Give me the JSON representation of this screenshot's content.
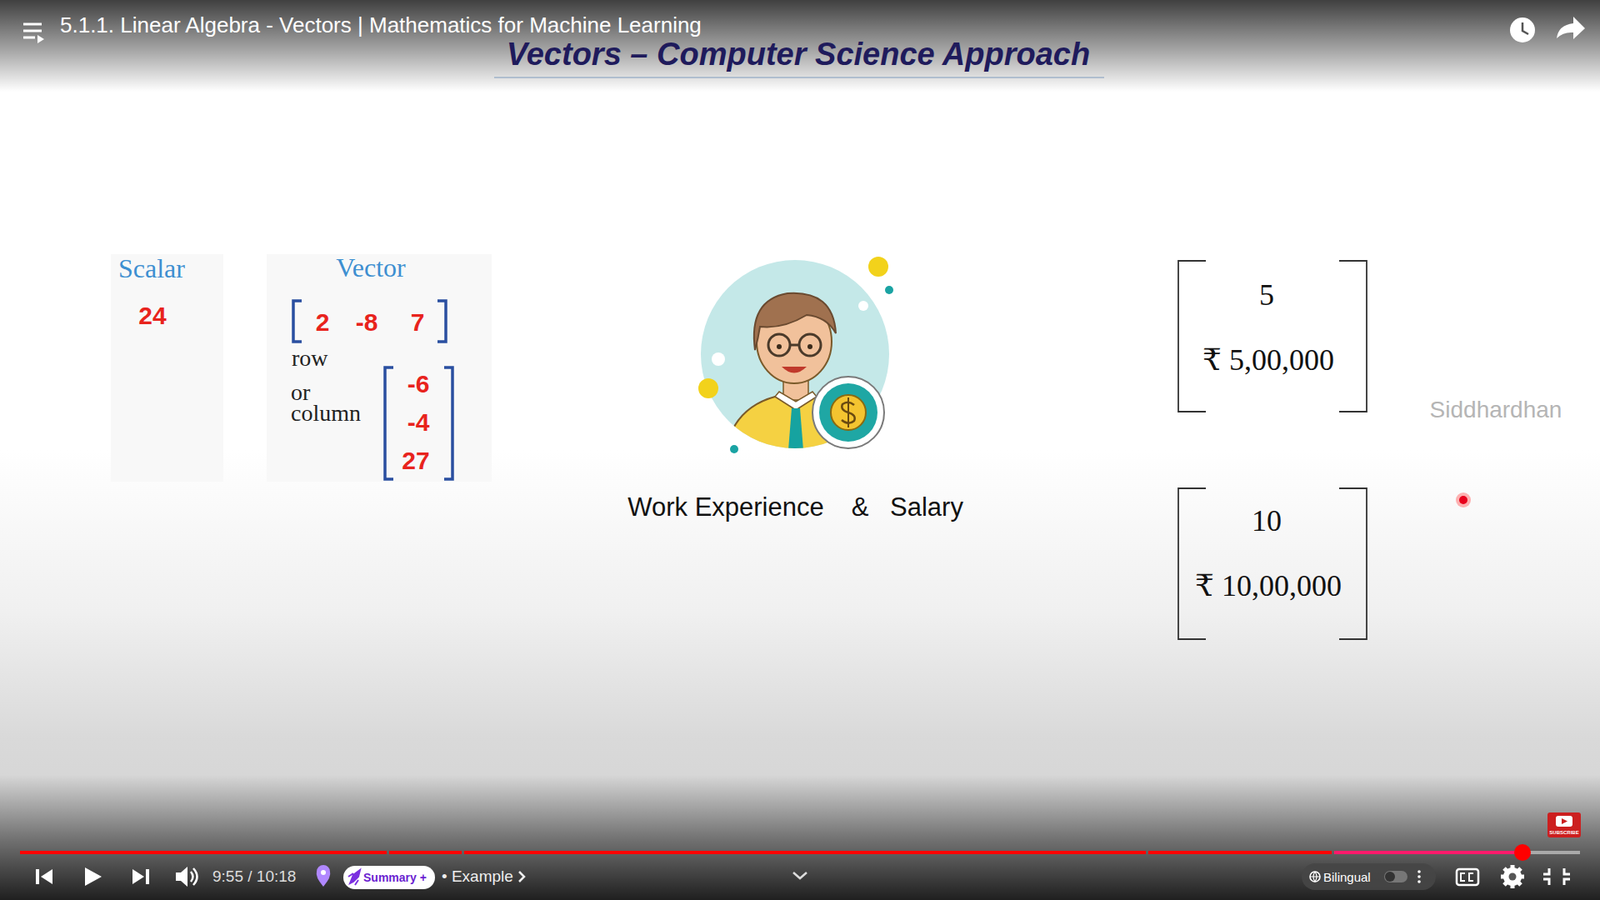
{
  "diagram": {
    "title": "Vectors – Computer Science Approach",
    "nodes": [
      {
        "text": [
          "Summary +"
        ]
      },
      {
        "text": [
          "Bilingual"
        ]
      }
    ],
    "labels": [
      "5.1.1. Linear Algebra - Vectors | Mathematics for Machine Learning",
      "Scalar",
      "24",
      "Vector",
      "2",
      "-8",
      "7",
      "row",
      "or column",
      "-6",
      "-4",
      "27",
      "Work Experience",
      "&",
      "Salary",
      "5",
      "₹ 5,00,000",
      "10",
      "₹ 10,00,000",
      "Siddhardhan",
      "9:55 / 10:18",
      "• Example",
      "SUBSCRIBE"
    ]
  }
}
